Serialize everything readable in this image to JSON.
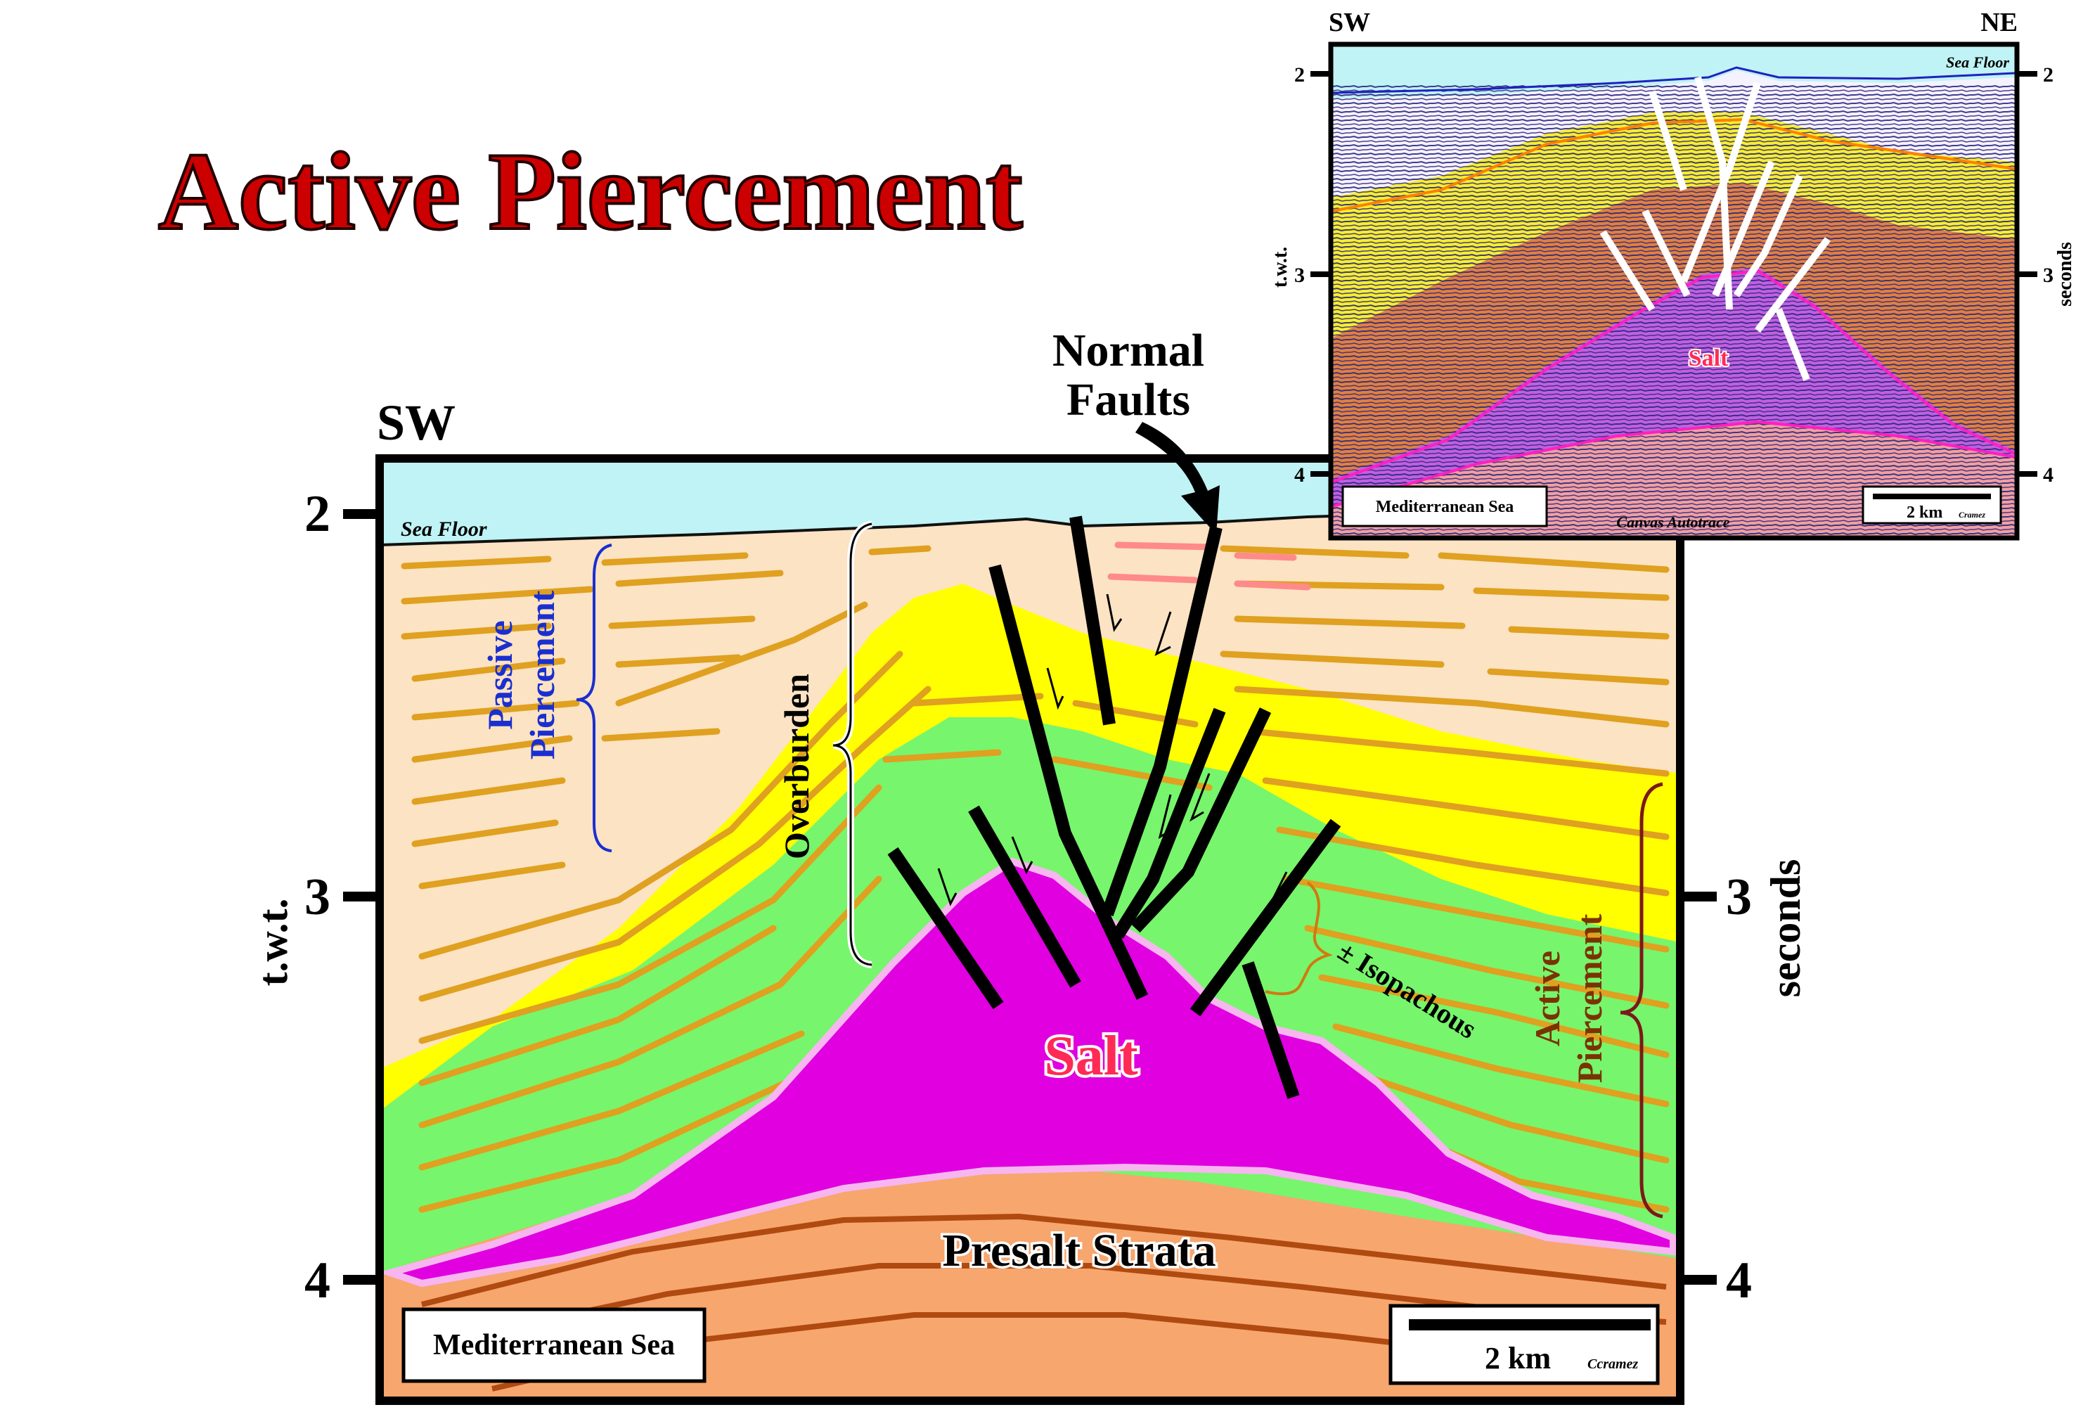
{
  "title": "Active Piercement",
  "main_section": {
    "direction_left": "SW",
    "sea_floor": "Sea Floor",
    "salt_label": "Salt",
    "presalt_label": "Presalt Strata",
    "normal_faults_line1": "Normal",
    "normal_faults_line2": "Faults",
    "passive_line1": "Passive",
    "passive_line2": "Piercement",
    "overburden": "Overburden",
    "isopachous": "± Isopachous",
    "active_line1": "Active",
    "active_line2": "Piercement",
    "location": "Mediterranean Sea",
    "scale": "2 km",
    "credit": "Ccramez",
    "axis_left_title": "t.w.t.",
    "axis_right_title": "seconds",
    "ticks": [
      "2",
      "3",
      "4"
    ]
  },
  "inset_section": {
    "direction_left": "SW",
    "direction_right": "NE",
    "sea_floor": "Sea Floor",
    "salt_label": "Salt",
    "location": "Mediterranean Sea",
    "scale": "2 km",
    "credit": "Cramez",
    "trace_credit": "Canvas Autotrace",
    "axis_left_title": "t.w.t.",
    "axis_right_title": "seconds",
    "ticks": [
      "2",
      "3",
      "4"
    ]
  },
  "colors": {
    "title_fill": "#cc0000",
    "sea": "#bff3f5",
    "upper_strata": "#fbe3c3",
    "yellow_strata": "#ffff00",
    "green_strata": "#77f56c",
    "salt": "#e000e0",
    "presalt": "#f7a66e",
    "passive_label": "#1a2fd0",
    "active_label": "#7a3300"
  }
}
